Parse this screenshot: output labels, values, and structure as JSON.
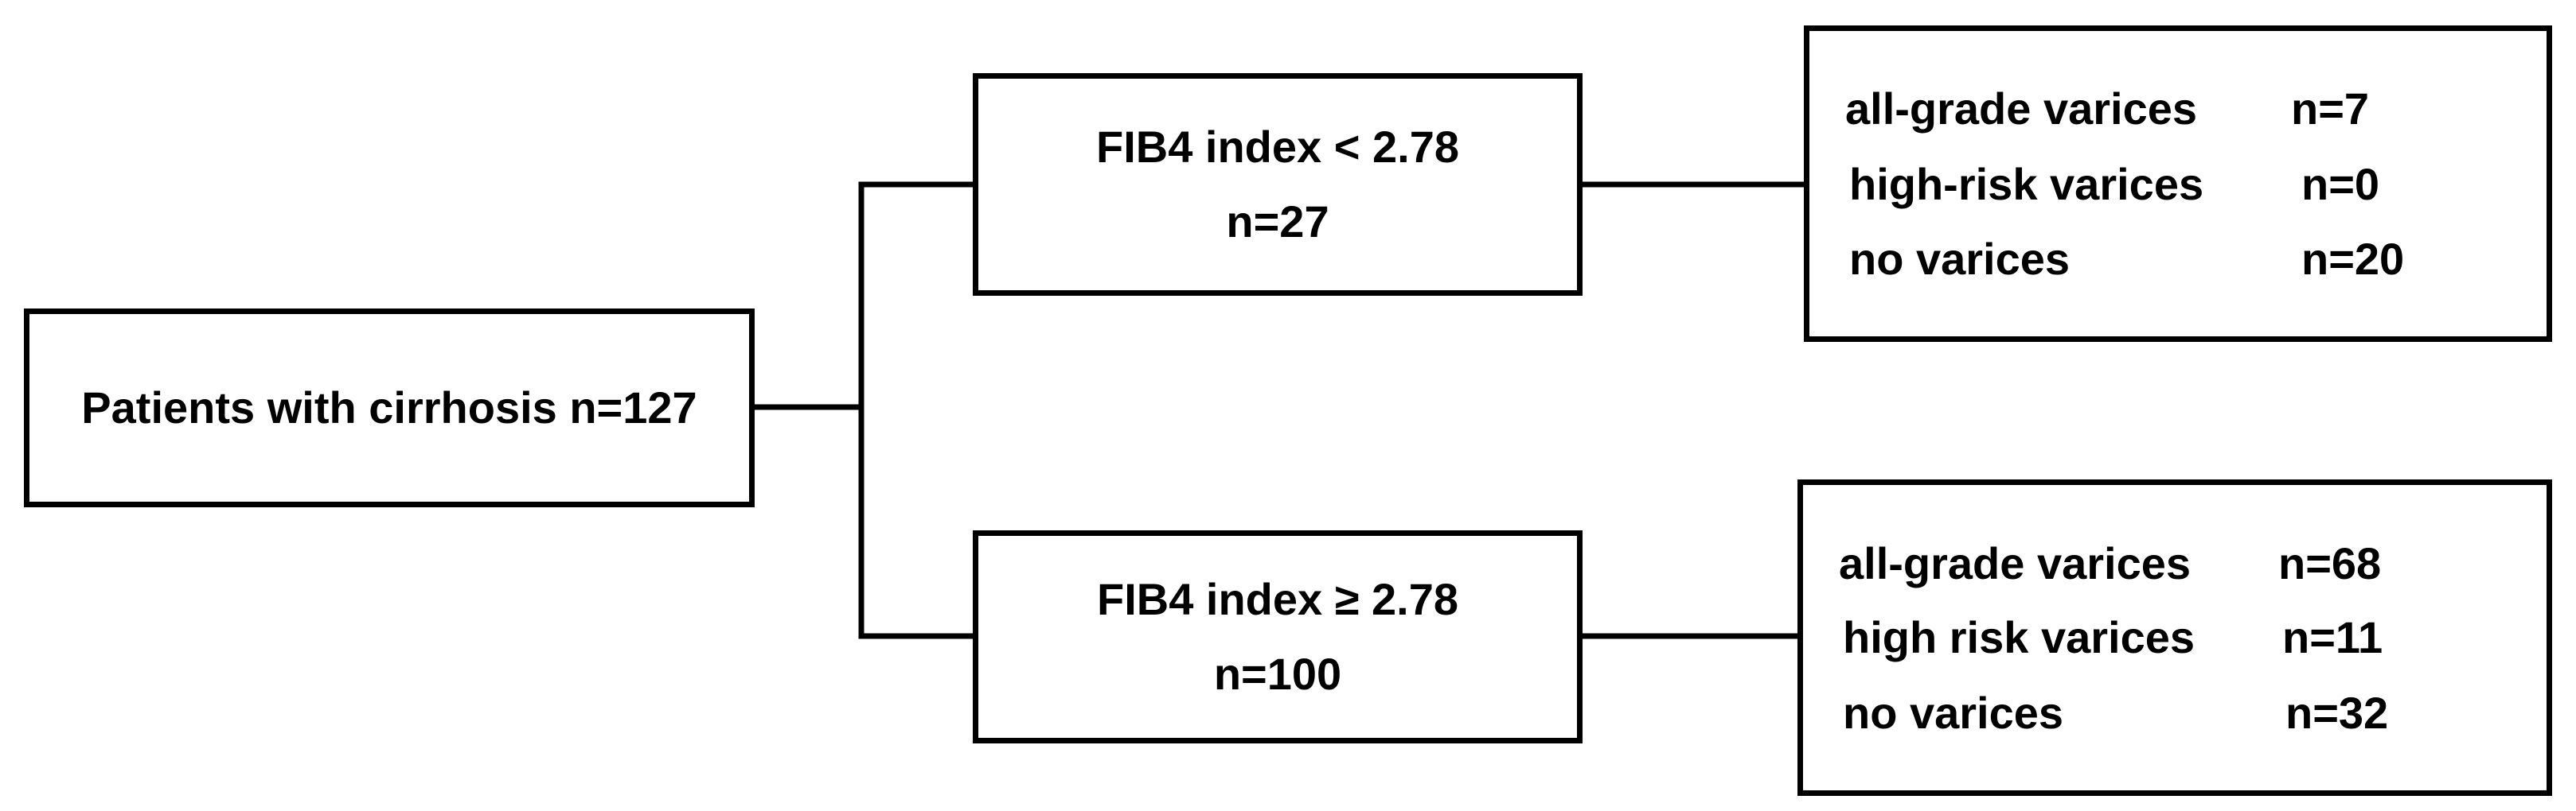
{
  "root": {
    "label": "Patients with cirrhosis n=127"
  },
  "branches": [
    {
      "criterion": "FIB4 index < 2.78",
      "count": "n=27",
      "outcomes": [
        {
          "name": "all-grade varices",
          "count": "n=7"
        },
        {
          "name": "high-risk varices",
          "count": "n=0"
        },
        {
          "name": "no varices",
          "count": "n=20"
        }
      ]
    },
    {
      "criterion": "FIB4 index ≥ 2.78",
      "count": "n=100",
      "outcomes": [
        {
          "name": "all-grade varices",
          "count": "n=68"
        },
        {
          "name": "high risk varices",
          "count": "n=11"
        },
        {
          "name": "no varices",
          "count": "n=32"
        }
      ]
    }
  ]
}
